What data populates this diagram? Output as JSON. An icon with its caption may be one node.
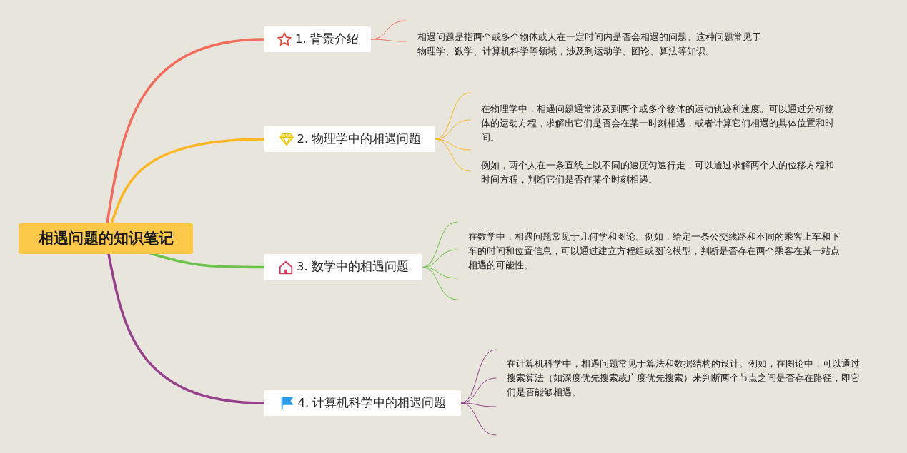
{
  "diagram": {
    "nodes": [
      {
        "text": [
          "相遇问题的知识笔记"
        ]
      },
      {
        "text": [
          "1. 背景介绍"
        ]
      },
      {
        "text": [
          "2. 物理学中的相遇问题"
        ]
      },
      {
        "text": [
          "3. 数学中的相遇问题"
        ]
      },
      {
        "text": [
          "4. 计算机科学中的相遇问题"
        ]
      }
    ],
    "edges": [
      {
        "from": 0,
        "to": 1,
        "arrow": "none",
        "color": "#f26b5b",
        "style": "thick"
      },
      {
        "from": 0,
        "to": 2,
        "arrow": "none",
        "color": "#fbb622",
        "style": "thick"
      },
      {
        "from": 0,
        "to": 3,
        "arrow": "none",
        "color": "#6cc24a",
        "style": "thick"
      },
      {
        "from": 0,
        "to": 4,
        "arrow": "none",
        "color": "#96408c",
        "style": "thick"
      },
      {
        "from": 1,
        "to": null,
        "arrow": "none",
        "color": "#f26b5b"
      },
      {
        "from": 1,
        "to": null,
        "arrow": "none",
        "color": "#f26b5b"
      },
      {
        "from": 2,
        "to": null,
        "arrow": "none",
        "color": "#fbb622"
      },
      {
        "from": 2,
        "to": null,
        "arrow": "none",
        "color": "#fbb622"
      },
      {
        "from": 2,
        "to": null,
        "arrow": "none",
        "color": "#fbb622"
      },
      {
        "from": 2,
        "to": null,
        "arrow": "none",
        "color": "#fbb622"
      },
      {
        "from": 3,
        "to": null,
        "arrow": "none",
        "color": "#6cc24a"
      },
      {
        "from": 3,
        "to": null,
        "arrow": "none",
        "color": "#6cc24a"
      },
      {
        "from": 3,
        "to": null,
        "arrow": "none",
        "color": "#6cc24a"
      },
      {
        "from": 3,
        "to": null,
        "arrow": "none",
        "color": "#6cc24a"
      },
      {
        "from": 4,
        "to": null,
        "arrow": "none",
        "color": "#96408c"
      },
      {
        "from": 4,
        "to": null,
        "arrow": "none",
        "color": "#96408c"
      },
      {
        "from": 4,
        "to": null,
        "arrow": "none",
        "color": "#96408c"
      },
      {
        "from": 4,
        "to": null,
        "arrow": "none",
        "color": "#96408c"
      }
    ],
    "labels": [
      "相遇问题是指两个或多个物体或人在一定时间内是否会相遇的问题。这种问题常见于物理学、数学、计算机科学等领域，涉及到运动学、图论、算法等知识。",
      "在物理学中，相遇问题通常涉及到两个或多个物体的运动轨迹和速度。可以通过分析物体的运动方程，求解出它们是否会在某一时刻相遇，或者计算它们相遇的具体位置和时间。",
      "例如，两个人在一条直线上以不同的速度匀速行走，可以通过求解两个人的位移方程和时间方程，判断它们是否在某个时刻相遇。",
      "在数学中，相遇问题常见于几何学和图论。例如，给定一条公交线路和不同的乘客上车和下车的时间和位置信息，可以通过建立方程组或图论模型，判断是否存在两个乘客在某一站点相遇的可能性。",
      "在计算机科学中，相遇问题常见于算法和数据结构的设计。例如，在图论中，可以通过搜索算法（如深度优先搜索或广度优先搜索）来判断两个节点之间是否存在路径，即它们是否能够相遇。"
    ]
  }
}
